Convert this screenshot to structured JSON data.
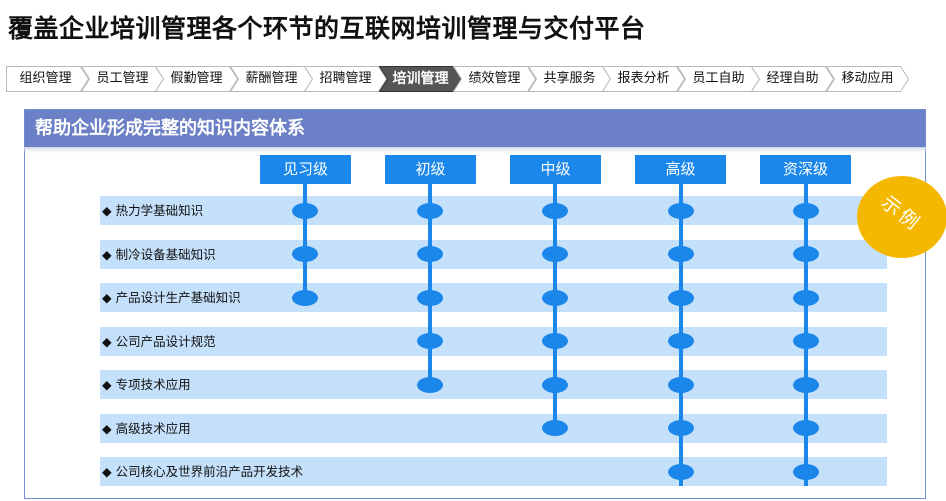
{
  "title": "覆盖企业培训管理各个环节的互联网培训管理与交付平台",
  "nav": {
    "tabs": [
      {
        "label": "组织管理",
        "active": false
      },
      {
        "label": "员工管理",
        "active": false
      },
      {
        "label": "假勤管理",
        "active": false
      },
      {
        "label": "薪酬管理",
        "active": false
      },
      {
        "label": "招聘管理",
        "active": false
      },
      {
        "label": "培训管理",
        "active": true
      },
      {
        "label": "绩效管理",
        "active": false
      },
      {
        "label": "共享服务",
        "active": false
      },
      {
        "label": "报表分析",
        "active": false
      },
      {
        "label": "员工自助",
        "active": false
      },
      {
        "label": "经理自助",
        "active": false
      },
      {
        "label": "移动应用",
        "active": false
      }
    ]
  },
  "panel": {
    "header": "帮助企业形成完整的知识内容体系",
    "levels": [
      "见习级",
      "初级",
      "中级",
      "高级",
      "资深级"
    ],
    "rows": [
      "◆  热力学基础知识",
      "◆  制冷设备基础知识",
      "◆  产品设计生产基础知识",
      "◆  公司产品设计规范",
      "◆  专项技术应用",
      "◆  高级技术应用",
      "◆  公司核心及世界前沿产品开发技术"
    ],
    "coverage": [
      [
        true,
        true,
        true,
        false,
        false,
        false,
        false
      ],
      [
        true,
        true,
        true,
        true,
        true,
        false,
        false
      ],
      [
        true,
        true,
        true,
        true,
        true,
        true,
        false
      ],
      [
        true,
        true,
        true,
        true,
        true,
        true,
        true
      ],
      [
        true,
        true,
        true,
        true,
        true,
        true,
        true
      ]
    ],
    "badge": "示例"
  },
  "colors": {
    "accent": "#1b87ea",
    "header_bg": "#6b80c6",
    "row_band": "#c5e0fa",
    "badge": "#f5b800",
    "nav_active": "#555555"
  }
}
